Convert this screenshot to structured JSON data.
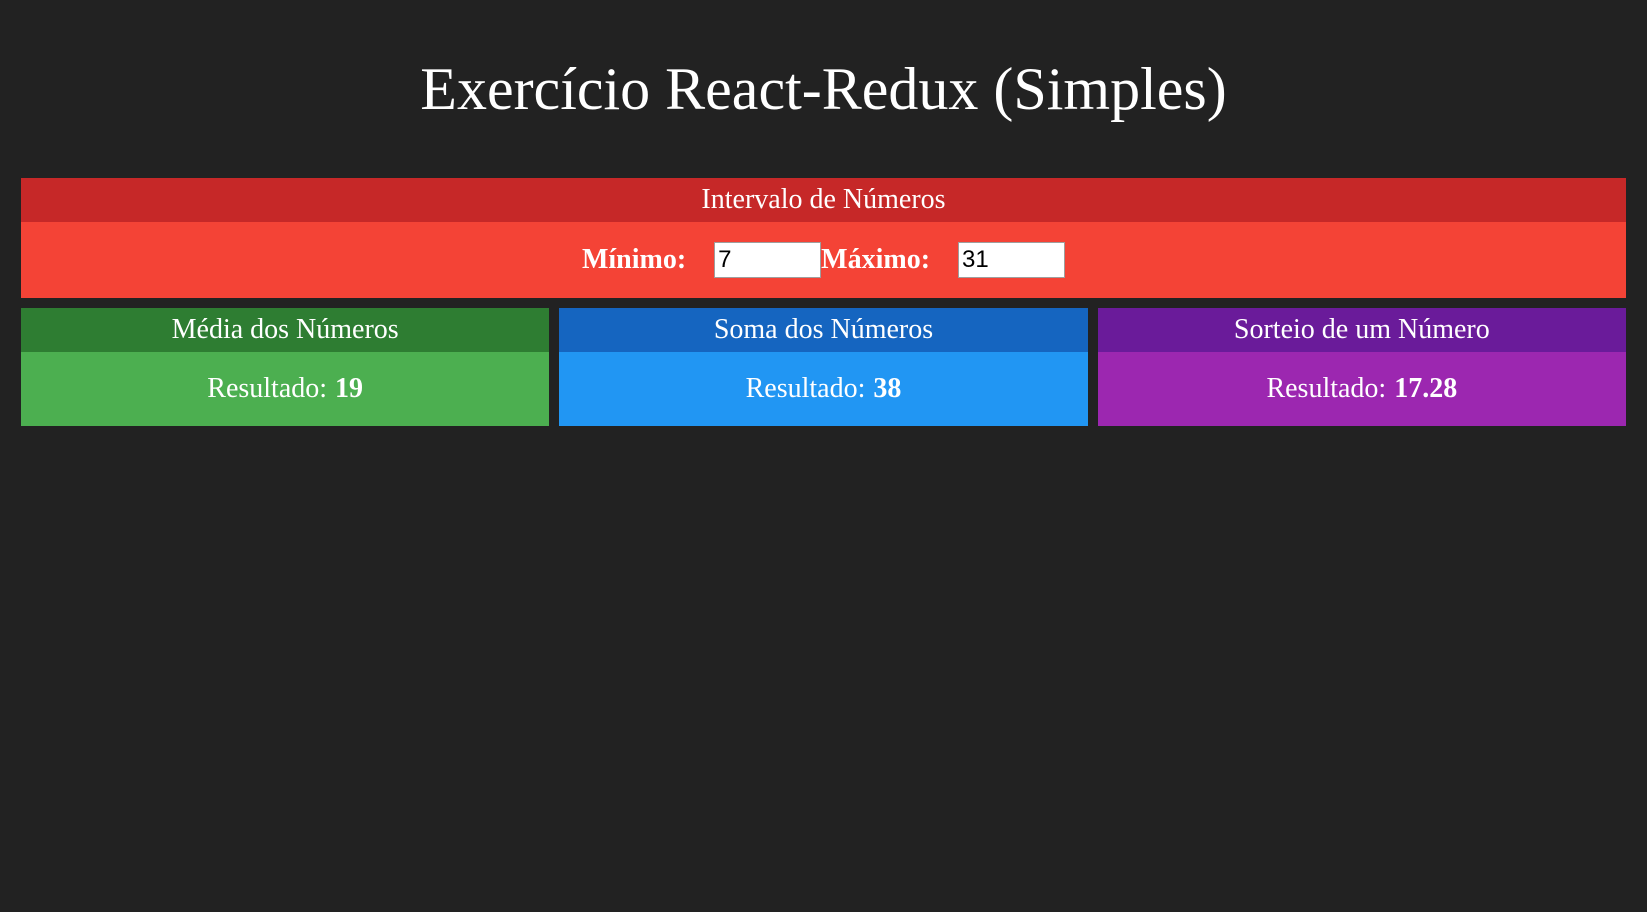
{
  "page": {
    "title": "Exercício React-Redux (Simples)"
  },
  "interval": {
    "header": "Intervalo de Números",
    "min_label": "Mínimo:",
    "min_value": "7",
    "max_label": "Máximo:",
    "max_value": "31"
  },
  "cards": [
    {
      "header": "Média dos Números",
      "result_label": "Resultado:",
      "result_value": "19"
    },
    {
      "header": "Soma dos Números",
      "result_label": "Resultado:",
      "result_value": "38"
    },
    {
      "header": "Sorteio de um Número",
      "result_label": "Resultado:",
      "result_value": "17.28"
    }
  ],
  "colors": {
    "background": "#222222",
    "interval_header": "#c62828",
    "interval_body": "#f44336",
    "average_header": "#2e7d32",
    "average_body": "#4caf50",
    "sum_header": "#1565c0",
    "sum_body": "#2196f3",
    "draw_header": "#6a1b9a",
    "draw_body": "#9c27b0"
  }
}
